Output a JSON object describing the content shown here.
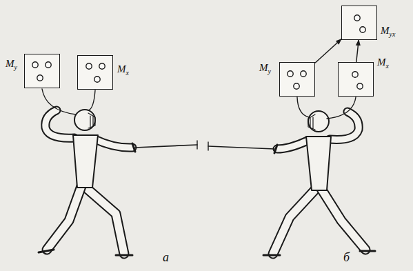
{
  "diagram": {
    "nodes": [
      {
        "text": [
          "My"
        ]
      },
      {
        "text": [
          "Mx"
        ]
      },
      {
        "text": [
          "My"
        ]
      },
      {
        "text": [
          "Mx"
        ]
      },
      {
        "text": [
          "Myx"
        ]
      }
    ],
    "edges": [
      {
        "from": 2,
        "to": 4,
        "arrow": "to"
      },
      {
        "from": 3,
        "to": 4,
        "arrow": "to"
      }
    ],
    "labels": [
      "а",
      "б"
    ]
  }
}
